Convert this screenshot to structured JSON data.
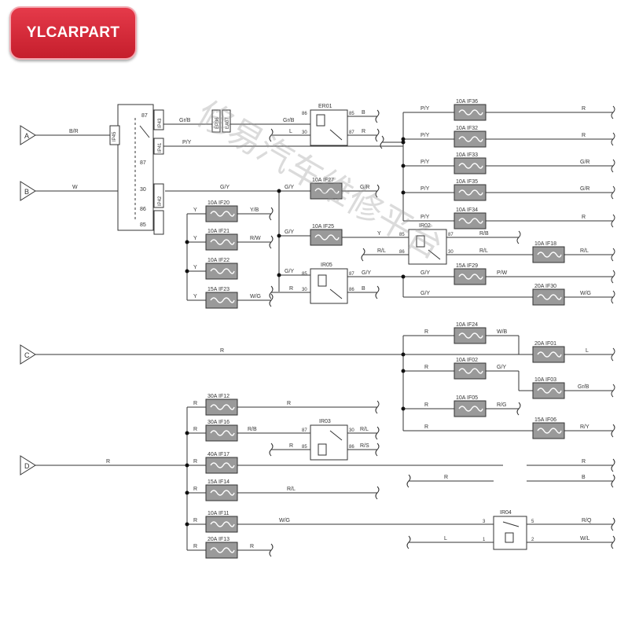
{
  "brand": {
    "label": "YLCARPART"
  },
  "watermark": {
    "text": "修易汽车维修平台"
  },
  "inputs": [
    "A",
    "B",
    "C",
    "D"
  ],
  "main_relay": {
    "pin_top": "87",
    "pin_mid": "30",
    "pin_bottom": "85",
    "pin_86": "86",
    "pin_87b": "87"
  },
  "wire_labels": {
    "A_in": "B/R",
    "B_in": "W",
    "C_in": "R",
    "D_in": "R",
    "gr_b": "Gr/B",
    "p_y": "P/Y",
    "g_y": "G/Y",
    "l": "L",
    "r": "R",
    "b": "B",
    "y_b": "Y/B",
    "r_w": "R/W",
    "w_g": "W/G",
    "y": "Y",
    "g_r": "G/R",
    "r_l": "R/L",
    "p_w": "P/W",
    "w_b": "W/B",
    "g_y2": "G/Y",
    "r_g": "R/G",
    "r_y": "R/Y",
    "r_b": "R/B",
    "r_s": "R/S",
    "w_l": "W/L",
    "r_q": "R/Q"
  },
  "relays": [
    {
      "id": "ER01",
      "p1": "86",
      "p2": "85",
      "p3": "30",
      "p4": "87"
    },
    {
      "id": "IR02",
      "p1": "85",
      "p2": "87",
      "p3": "86",
      "p4": "30"
    },
    {
      "id": "IR05",
      "p1": "85",
      "p2": "87",
      "p3": "30",
      "p4": "86"
    },
    {
      "id": "IR03",
      "p1": "87",
      "p2": "30",
      "p3": "85",
      "p4": "86"
    },
    {
      "id": "IR04",
      "p1": "3",
      "p2": "5",
      "p3": "1",
      "p4": "2"
    }
  ],
  "fuses": [
    {
      "id": "IF36",
      "rating": "10A"
    },
    {
      "id": "IF32",
      "rating": "10A"
    },
    {
      "id": "IF33",
      "rating": "10A"
    },
    {
      "id": "IF35",
      "rating": "10A"
    },
    {
      "id": "IF34",
      "rating": "10A"
    },
    {
      "id": "IF27",
      "rating": "10A"
    },
    {
      "id": "IF25",
      "rating": "10A"
    },
    {
      "id": "IF18",
      "rating": "10A"
    },
    {
      "id": "IF29",
      "rating": "15A"
    },
    {
      "id": "IF30",
      "rating": "20A"
    },
    {
      "id": "IF20",
      "rating": "10A"
    },
    {
      "id": "IF21",
      "rating": "10A"
    },
    {
      "id": "IF22",
      "rating": "10A"
    },
    {
      "id": "IF23",
      "rating": "15A"
    },
    {
      "id": "IF24",
      "rating": "10A"
    },
    {
      "id": "IF01",
      "rating": "20A"
    },
    {
      "id": "IF02",
      "rating": "10A"
    },
    {
      "id": "IF03",
      "rating": "10A"
    },
    {
      "id": "IF05",
      "rating": "10A"
    },
    {
      "id": "IF06",
      "rating": "15A"
    },
    {
      "id": "IF12",
      "rating": "30A"
    },
    {
      "id": "IF16",
      "rating": "30A"
    },
    {
      "id": "IF17",
      "rating": "40A"
    },
    {
      "id": "IF14",
      "rating": "15A"
    },
    {
      "id": "IF11",
      "rating": "10A"
    },
    {
      "id": "IF13",
      "rating": "20A"
    }
  ],
  "connectors": [
    "IP45",
    "IP43",
    "IP41",
    "IP42",
    "EP36",
    "EA07"
  ]
}
